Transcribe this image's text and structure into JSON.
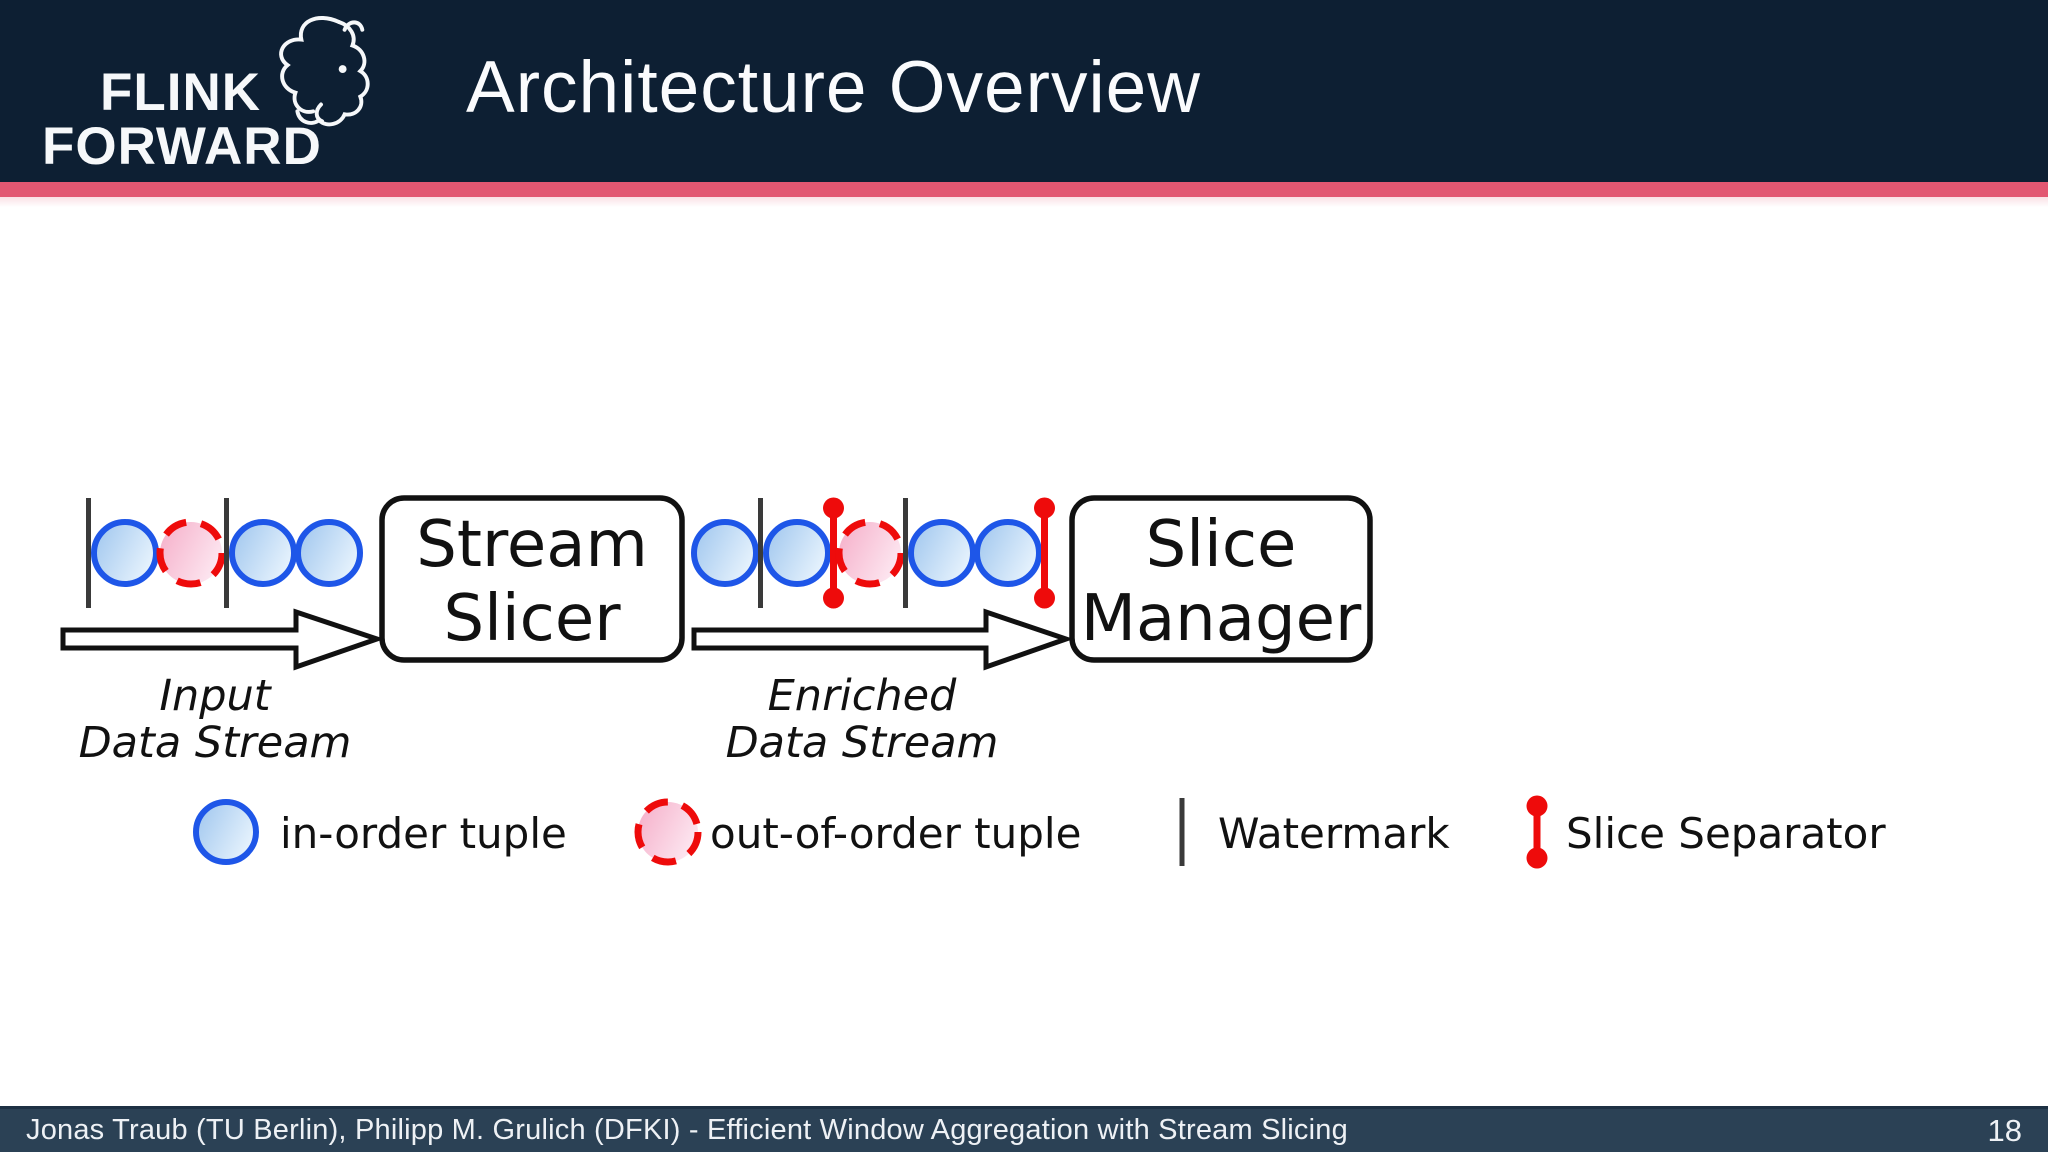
{
  "header": {
    "logo": {
      "line1": "FLINK",
      "line2": "FORWARD"
    },
    "title": "Architecture Overview"
  },
  "diagram": {
    "boxes": {
      "stream_slicer": {
        "line1": "Stream",
        "line2": "Slicer"
      },
      "slice_manager": {
        "line1": "Slice",
        "line2": "Manager"
      }
    },
    "arrow_labels": {
      "input": {
        "line1": "Input",
        "line2": "Data Stream"
      },
      "enriched": {
        "line1": "Enriched",
        "line2": "Data Stream"
      }
    },
    "streams": {
      "input": [
        "watermark",
        "in-order",
        "out-of-order",
        "watermark",
        "in-order",
        "in-order"
      ],
      "enriched": [
        "in-order",
        "watermark",
        "in-order",
        "slice-separator",
        "out-of-order",
        "watermark",
        "in-order",
        "in-order",
        "slice-separator"
      ]
    },
    "colors": {
      "in_order_stroke": "#1e56e8",
      "in_order_fill_start": "#a4c9ef",
      "in_order_fill_end": "#ecf6fe",
      "out_of_order_stroke": "#ee0b0b",
      "out_of_order_fill_start": "#f6b3cc",
      "out_of_order_fill_end": "#fdeaf3",
      "watermark": "#3a3a3a",
      "slice_separator": "#ee0b0b"
    }
  },
  "legend": {
    "items": [
      {
        "icon": "in-order-tuple-icon",
        "label": "in-order tuple"
      },
      {
        "icon": "out-of-order-tuple-icon",
        "label": "out-of-order tuple"
      },
      {
        "icon": "watermark-icon",
        "label": "Watermark"
      },
      {
        "icon": "slice-separator-icon",
        "label": "Slice Separator"
      }
    ]
  },
  "footer": {
    "credits": "Jonas Traub (TU Berlin), Philipp M. Grulich (DFKI) - Efficient Window Aggregation with Stream Slicing",
    "page_number": "18"
  },
  "theme": {
    "header_bg": "#0d1f33",
    "accent": "#e25772",
    "footer_bg": "#2b4155"
  }
}
